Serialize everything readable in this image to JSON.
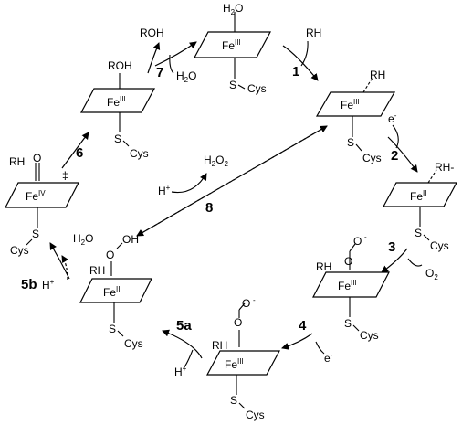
{
  "labels": {
    "h2o": "H",
    "h2o_2": "2",
    "h2o_3": "O",
    "fe": "Fe",
    "fe_iii": "III",
    "fe_ii": "II",
    "fe_iv": "IV",
    "s_cys": "S – Cys",
    "s": "S",
    "cys": "Cys",
    "rh": "RH",
    "rh_minus": "RH-",
    "roh": "ROH",
    "oh": "OH",
    "o": "O",
    "o_minus": "-",
    "e_minus": "e",
    "e_sup": "-",
    "o2": "O",
    "o2_sub": "2",
    "h2o2": "H",
    "h2o2_sub1": "2",
    "h2o2_o": "O",
    "h2o2_sub2": "2",
    "h_plus": "H",
    "plus": "+",
    "dagger": "‡"
  },
  "steps": {
    "s1": "1",
    "s2": "2",
    "s3": "3",
    "s4": "4",
    "s5a": "5a",
    "s5b": "5b",
    "s6": "6",
    "s7": "7",
    "s8": "8"
  }
}
